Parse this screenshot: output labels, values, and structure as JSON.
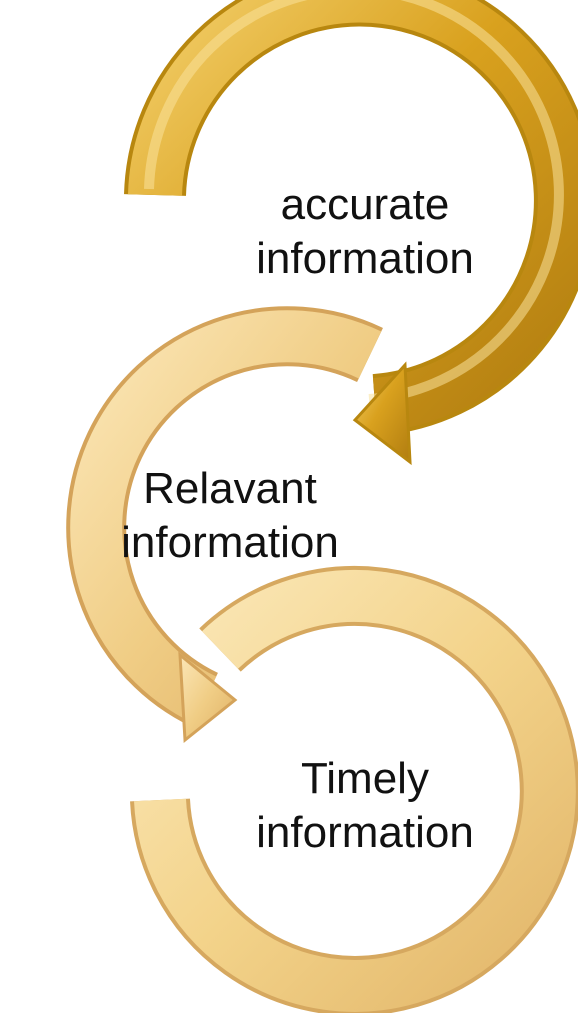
{
  "cycles": [
    {
      "line1": "accurate",
      "line2": "information",
      "color": "#d9a520"
    },
    {
      "line1": "Relavant",
      "line2": "information",
      "color": "#f0cf86"
    },
    {
      "line1": "Timely",
      "line2": "information",
      "color": "#f3d38a"
    }
  ]
}
